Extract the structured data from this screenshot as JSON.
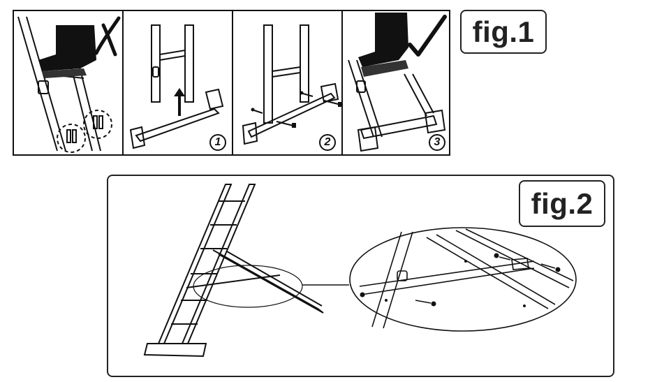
{
  "fig1": {
    "label": "fig.1",
    "steps": [
      "1",
      "2",
      "3"
    ],
    "marks": {
      "wrong": "cross-mark",
      "correct": "check-mark"
    }
  },
  "fig2": {
    "label": "fig.2"
  },
  "colors": {
    "ink": "#111111",
    "background": "#ffffff"
  }
}
